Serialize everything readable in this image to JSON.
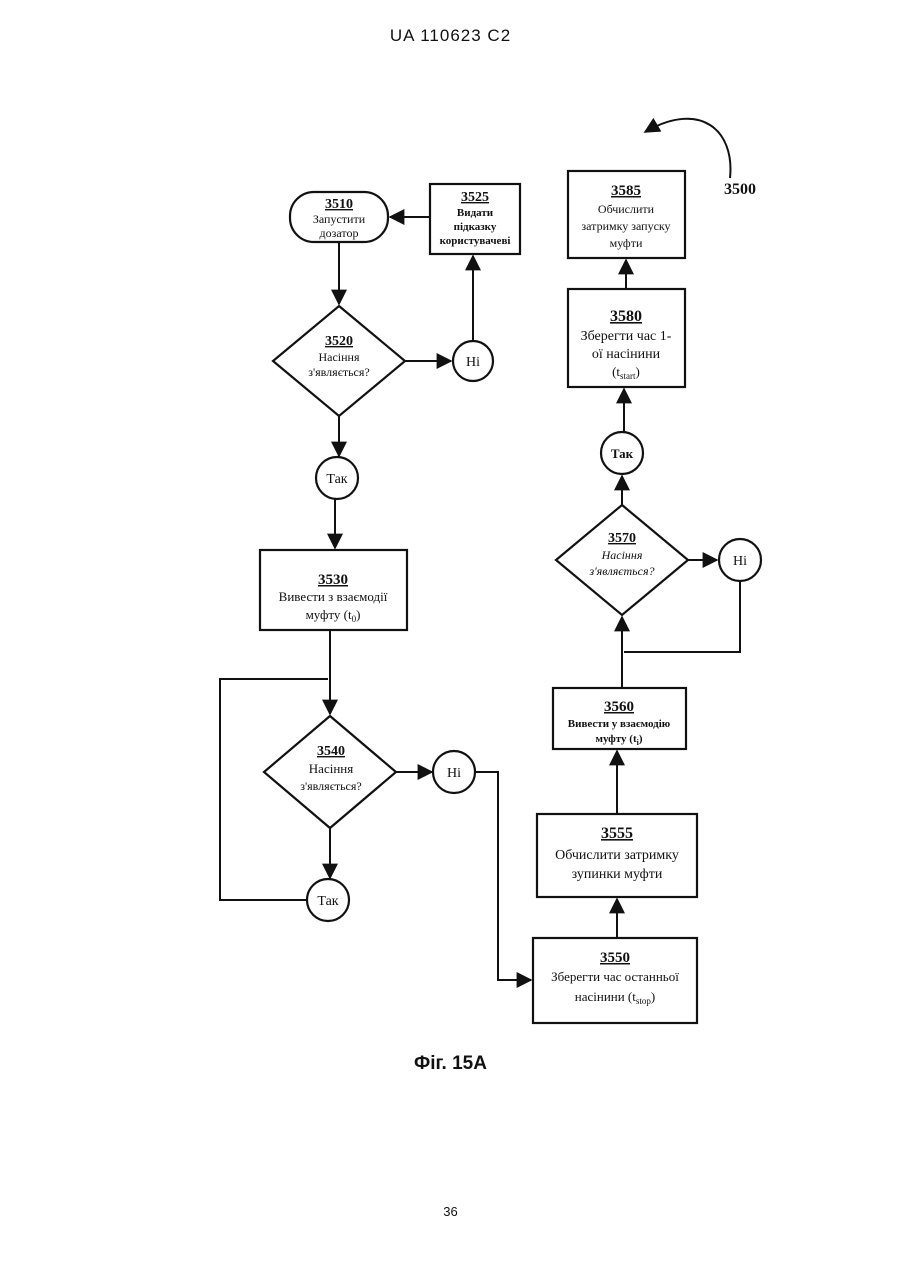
{
  "header": "UA   110623   C2",
  "caption": "Фіг. 15А",
  "page_number": "36",
  "figure_ref": "3500",
  "nodes": {
    "n3510": {
      "id": "3510",
      "lines": [
        "Запустити",
        "дозатор"
      ]
    },
    "n3525": {
      "id": "3525",
      "lines": [
        "Видати",
        "підказку",
        "користувачеві"
      ]
    },
    "n3520": {
      "id": "3520",
      "lines": [
        "Насіння",
        "з'являється?"
      ]
    },
    "n3530": {
      "id": "3530",
      "lines": [
        "Вивести з взаємодії",
        "муфту (t",
        "0",
        ")"
      ]
    },
    "n3540": {
      "id": "3540",
      "lines": [
        "Насіння",
        "з'являється?"
      ]
    },
    "n3550": {
      "id": "3550",
      "lines": [
        "Зберегти час останньої",
        "насінини (t",
        "stop",
        ")"
      ]
    },
    "n3555": {
      "id": "3555",
      "lines": [
        "Обчислити затримку",
        "зупинки муфти"
      ]
    },
    "n3560": {
      "id": "3560",
      "lines": [
        "Вивести у взаємодію",
        "муфту (t",
        "i",
        ")"
      ]
    },
    "n3570": {
      "id": "3570",
      "lines": [
        "Насіння",
        "з'являється?"
      ]
    },
    "n3580": {
      "id": "3580",
      "lines": [
        "Зберегти час 1-",
        "ої насінини",
        "(t",
        "start",
        ")"
      ]
    },
    "n3585": {
      "id": "3585",
      "lines": [
        "Обчислити",
        "затримку запуску",
        "муфти"
      ]
    }
  },
  "connectors": {
    "yes": "Так",
    "no": "Ні"
  }
}
